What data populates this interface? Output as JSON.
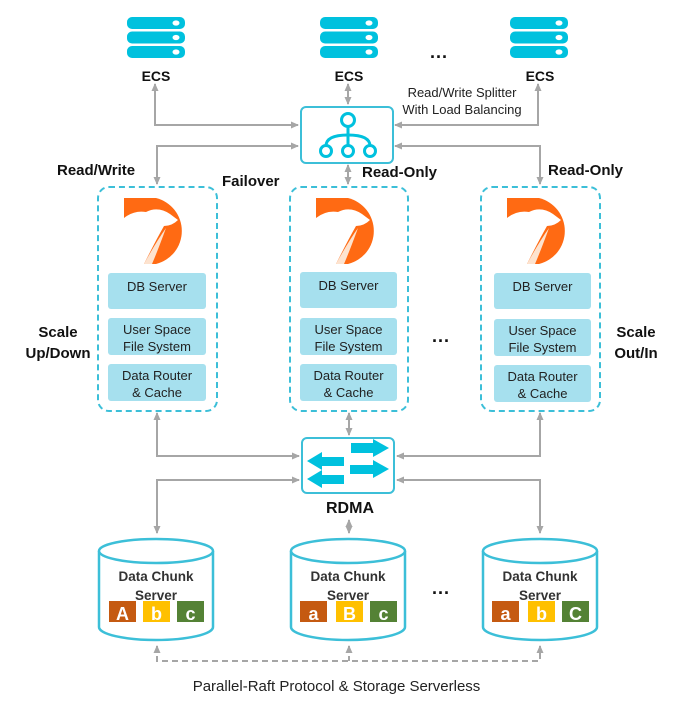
{
  "colors": {
    "accent_cyan": "#00c1de",
    "box_border": "#3cbfd8",
    "layer_fill": "#a6e0ee",
    "logo_orange": "#ff6a13",
    "logo_cream": "#fde3cf",
    "wire_gray": "#a6a6a6",
    "chunk_a": "#c55a11",
    "chunk_b": "#ffc000",
    "chunk_c": "#548235"
  },
  "ecs": {
    "nodes": [
      {
        "label": "ECS",
        "icon": "server-rack-icon"
      },
      {
        "label": "ECS",
        "icon": "server-rack-icon"
      },
      {
        "label": "ECS",
        "icon": "server-rack-icon"
      }
    ],
    "ellipsis": "..."
  },
  "splitter": {
    "icon": "hierarchy-network-icon",
    "label_line1": "Read/Write Splitter",
    "label_line2": "With Load Balancing"
  },
  "connections": {
    "read_write": "Read/Write",
    "failover": "Failover",
    "read_only_1": "Read-Only",
    "read_only_2": "Read-Only"
  },
  "scaling": {
    "left_line1": "Scale",
    "left_line2": "Up/Down",
    "right_line1": "Scale",
    "right_line2": "Out/In"
  },
  "db_nodes": [
    {
      "logo": "polardb-bear-logo",
      "layers": [
        "DB Server",
        "User Space|File System",
        "Data Router|& Cache"
      ]
    },
    {
      "logo": "polardb-bear-logo",
      "layers": [
        "DB Server",
        "User Space|File System",
        "Data Router|& Cache"
      ]
    },
    {
      "logo": "polardb-bear-logo",
      "layers": [
        "DB Server",
        "User Space|File System",
        "Data Router|& Cache"
      ]
    }
  ],
  "db_layers": {
    "db_server": "DB Server",
    "usfs_line1": "User Space",
    "usfs_line2": "File System",
    "router_line1": "Data Router",
    "router_line2": "& Cache"
  },
  "db_ellipsis": "...",
  "rdma": {
    "icon": "switch-arrows-icon",
    "label": "RDMA"
  },
  "storage": {
    "title_line1": "Data Chunk",
    "title_line2": "Server",
    "servers": [
      {
        "chunks": [
          "A",
          "b",
          "c"
        ]
      },
      {
        "chunks": [
          "a",
          "B",
          "c"
        ]
      },
      {
        "chunks": [
          "a",
          "b",
          "C"
        ]
      }
    ],
    "ellipsis": "..."
  },
  "footer": {
    "caption": "Parallel-Raft Protocol & Storage Serverless"
  }
}
